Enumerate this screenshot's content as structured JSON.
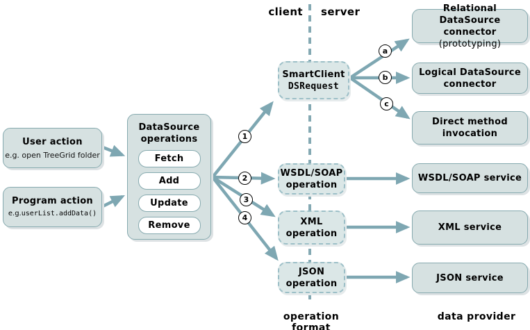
{
  "header": {
    "client": "client",
    "server": "server"
  },
  "footer": {
    "operation_format": "operation format",
    "data_provider": "data provider"
  },
  "colors": {
    "box_fill": "#d6e1e1",
    "box_border": "#85a9ae",
    "dashed_border": "#9cbfc7",
    "arrow": "#7ea7b2",
    "divider": "#84a9b3",
    "shadow": "#dde2e4",
    "text": "#000000"
  },
  "left_column": {
    "user_action": {
      "title": "User action",
      "subtitle": "e.g. open TreeGrid folder"
    },
    "program_action": {
      "title": "Program action",
      "subtitle_prefix": "e.g.",
      "subtitle_code": "userList.addData()"
    }
  },
  "datasource_box": {
    "title_line1": "DataSource",
    "title_line2": "operations",
    "operations": [
      "Fetch",
      "Add",
      "Update",
      "Remove"
    ]
  },
  "smartclient_box": {
    "line1": "SmartClient",
    "line2": "DSRequest"
  },
  "operation_boxes": [
    {
      "line1": "WSDL/SOAP",
      "line2": "operation"
    },
    {
      "line1": "XML",
      "line2": "operation"
    },
    {
      "line1": "JSON",
      "line2": "operation"
    }
  ],
  "provider_boxes": {
    "relational": {
      "line1": "Relational DataSource",
      "line2_bold": "connector",
      "line2_regular": " (prototyping)"
    },
    "logical": {
      "line1": "Logical DataSource",
      "line2": "connector"
    },
    "direct": {
      "line1": "Direct method",
      "line2": "invocation"
    },
    "wsdl_service": {
      "label": "WSDL/SOAP service"
    },
    "xml_service": {
      "label": "XML service"
    },
    "json_service": {
      "label": "JSON service"
    }
  },
  "markers": {
    "n1": "1",
    "n2": "2",
    "n3": "3",
    "n4": "4",
    "a": "a",
    "b": "b",
    "c": "c"
  }
}
